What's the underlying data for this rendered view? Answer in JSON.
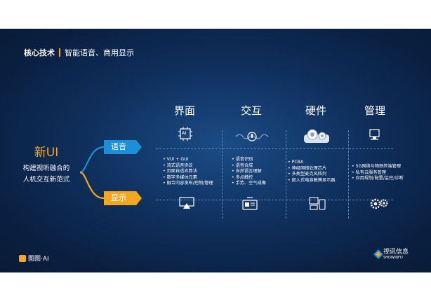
{
  "header": {
    "label": "核心技术",
    "subtitle": "智能语音、商用显示"
  },
  "columns": [
    {
      "title": "界面",
      "items": [
        "VUI + GUI",
        "流式语音协议",
        "页面自适应算法",
        "数字多媒体元素",
        "融合内容发布/控制/管理"
      ]
    },
    {
      "title": "交互",
      "items": [
        "语音识别",
        "语音合成",
        "自然语言理解",
        "多点触控",
        "手势、空气成像"
      ]
    },
    {
      "title": "硬件",
      "items": [
        "PCBA",
        "神经网络处理芯片",
        "多类型麦克风阵列",
        "嵌入式电容触摸显示器"
      ]
    },
    {
      "title": "管理",
      "items": [
        "5G网络与物联终端管理",
        "私有云服务管理",
        "应用规划/配置/监控/诊断"
      ]
    }
  ],
  "left": {
    "title": "新UI",
    "line1": "构建视听融合的",
    "line2": "人机交互新范式"
  },
  "rows": {
    "voice": "语音",
    "display": "显示"
  },
  "icons": {
    "gui_chip_text": "AI"
  },
  "footer": {
    "left_logo": "图图·AI",
    "right_logo_cn": "视讯信息",
    "right_logo_en": "SHOWINFO"
  },
  "colors": {
    "orange": "#f3a81f",
    "blue_arrow": "#1d8fd6",
    "navy": "#0f2f5c"
  }
}
